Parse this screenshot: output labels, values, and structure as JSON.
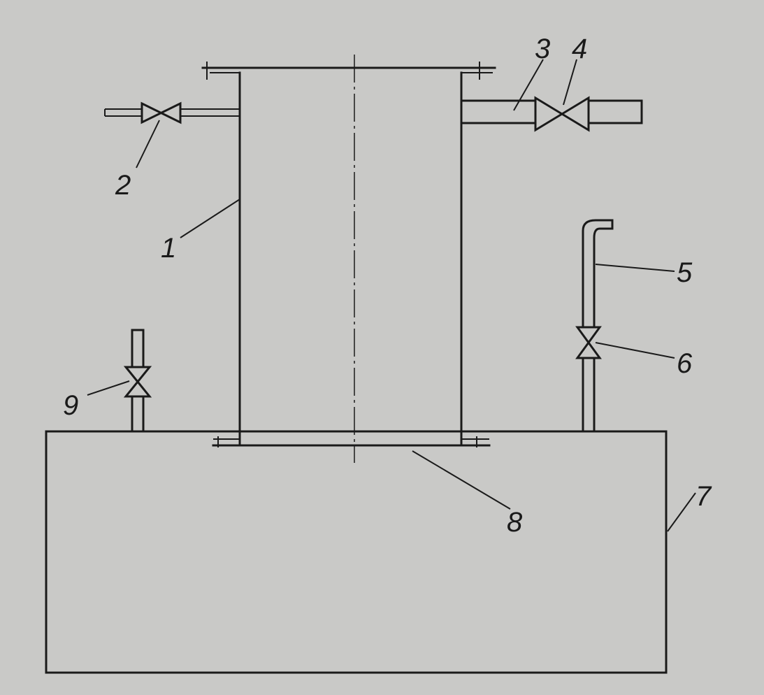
{
  "diagram": {
    "labels": [
      {
        "id": "1",
        "text": "1"
      },
      {
        "id": "2",
        "text": "2"
      },
      {
        "id": "3",
        "text": "3"
      },
      {
        "id": "4",
        "text": "4"
      },
      {
        "id": "5",
        "text": "5"
      },
      {
        "id": "6",
        "text": "6"
      },
      {
        "id": "7",
        "text": "7"
      },
      {
        "id": "8",
        "text": "8"
      },
      {
        "id": "9",
        "text": "9"
      }
    ],
    "colors": {
      "background": "#c9c9c7",
      "ink": "#1a1a1a"
    }
  }
}
